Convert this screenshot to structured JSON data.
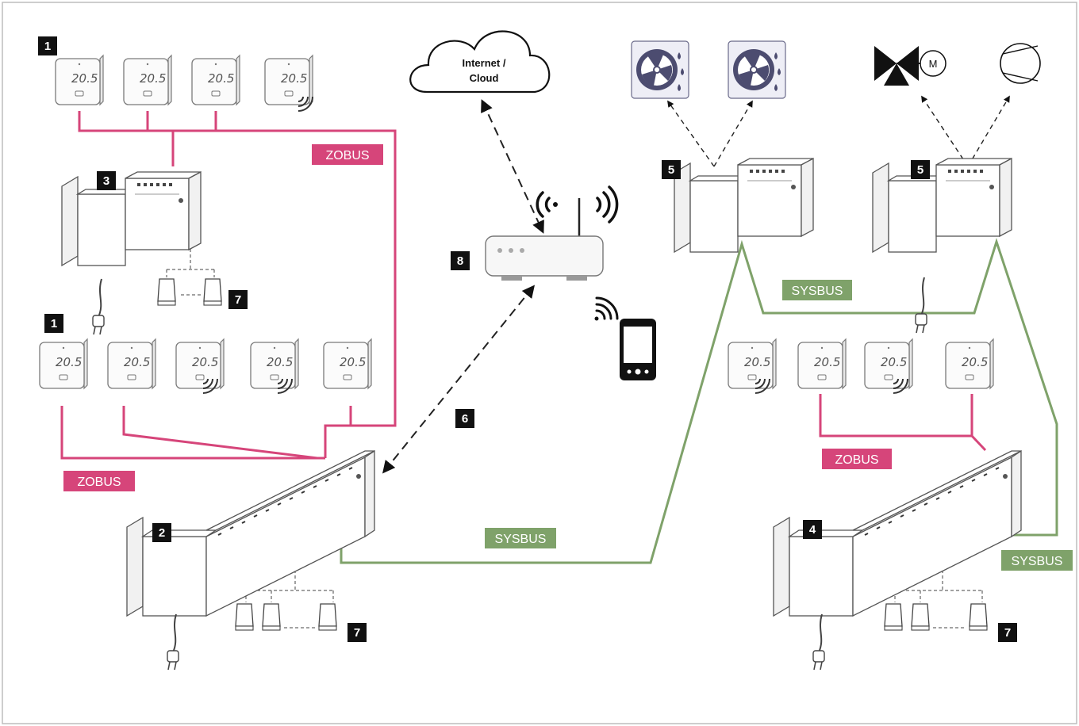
{
  "nodes": {
    "badge_1_top": "1",
    "badge_1_mid": "1",
    "badge_2": "2",
    "badge_3": "3",
    "badge_4": "4",
    "badge_5_left": "5",
    "badge_5_right": "5",
    "badge_6": "6",
    "badge_7_a": "7",
    "badge_7_b": "7",
    "badge_7_c": "7",
    "badge_8": "8"
  },
  "buses": {
    "zobus_top": "ZOBUS",
    "zobus_left": "ZOBUS",
    "zobus_right": "ZOBUS",
    "sysbus_top": "SYSBUS",
    "sysbus_mid": "SYSBUS",
    "sysbus_right": "SYSBUS"
  },
  "cloud": {
    "line1": "Internet /",
    "line2": "Cloud"
  },
  "thermostat_display": "20.5",
  "motor_label": "M",
  "icons": {
    "cloud": "cloud-icon",
    "router": "router-icon",
    "wifi": "wifi-icon",
    "smartphone": "smartphone-icon",
    "fan": "fan-icon",
    "valve": "valve-icon",
    "pump": "pump-icon",
    "actuator": "actuator-icon",
    "plug": "plug-icon",
    "thermostat": "thermostat-icon",
    "controller": "controller-icon"
  },
  "colors": {
    "zobus": "#d6457a",
    "sysbus": "#7fa26a",
    "badge": "#111111",
    "frame": "#bdbdbd"
  }
}
